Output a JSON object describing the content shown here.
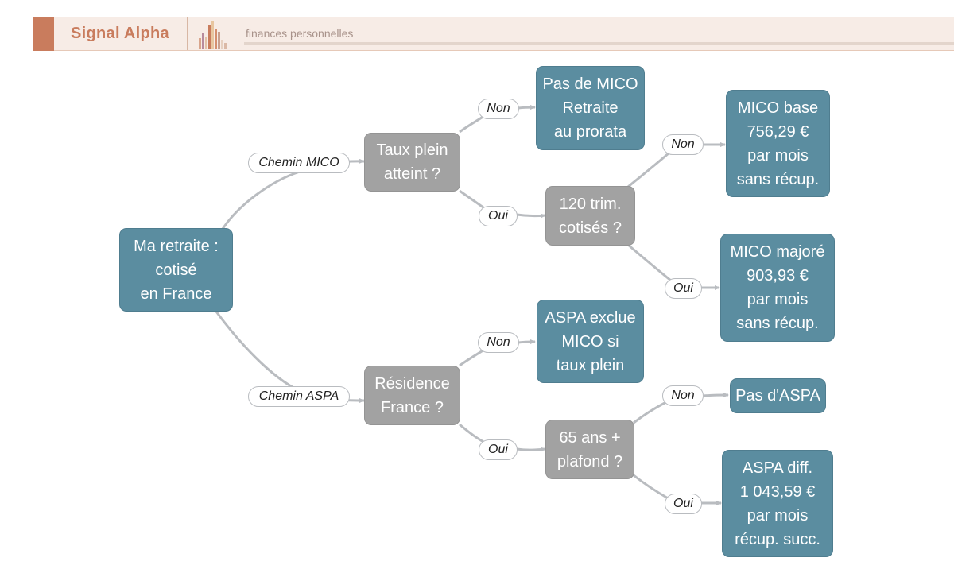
{
  "header": {
    "brand": "Signal Alpha",
    "tagline": "finances personnelles",
    "logo_icon": "bar-chart-logo-icon",
    "accent_color": "#c97c5d"
  },
  "colors": {
    "result_node": "#5b8da0",
    "question_node": "#a2a2a2",
    "edge": "#b9bcc0"
  },
  "diagram": {
    "root": {
      "lines": [
        "Ma retraite :",
        "cotisé",
        "en France"
      ]
    },
    "branch_labels": {
      "mico": "Chemin MICO",
      "aspa": "Chemin ASPA"
    },
    "questions": {
      "taux_plein": {
        "lines": [
          "Taux plein",
          "atteint ?"
        ]
      },
      "trimestres": {
        "lines": [
          "120 trim.",
          "cotisés ?"
        ]
      },
      "residence": {
        "lines": [
          "Résidence",
          "France ?"
        ]
      },
      "age": {
        "lines": [
          "65 ans +",
          "plafond ?"
        ]
      }
    },
    "answers": {
      "non": "Non",
      "oui": "Oui"
    },
    "results": {
      "no_mico": {
        "lines": [
          "Pas de MICO",
          "Retraite",
          "au prorata"
        ]
      },
      "mico_base": {
        "lines": [
          "MICO base",
          "756,29 €",
          "par mois",
          "sans récup."
        ]
      },
      "mico_majore": {
        "lines": [
          "MICO majoré",
          "903,93 €",
          "par mois",
          "sans récup."
        ]
      },
      "aspa_exclue": {
        "lines": [
          "ASPA exclue",
          "MICO si",
          "taux plein"
        ]
      },
      "no_aspa": {
        "lines": [
          "Pas d'ASPA"
        ]
      },
      "aspa_diff": {
        "lines": [
          "ASPA diff.",
          "1 043,59 €",
          "par mois",
          "récup. succ."
        ]
      }
    }
  }
}
